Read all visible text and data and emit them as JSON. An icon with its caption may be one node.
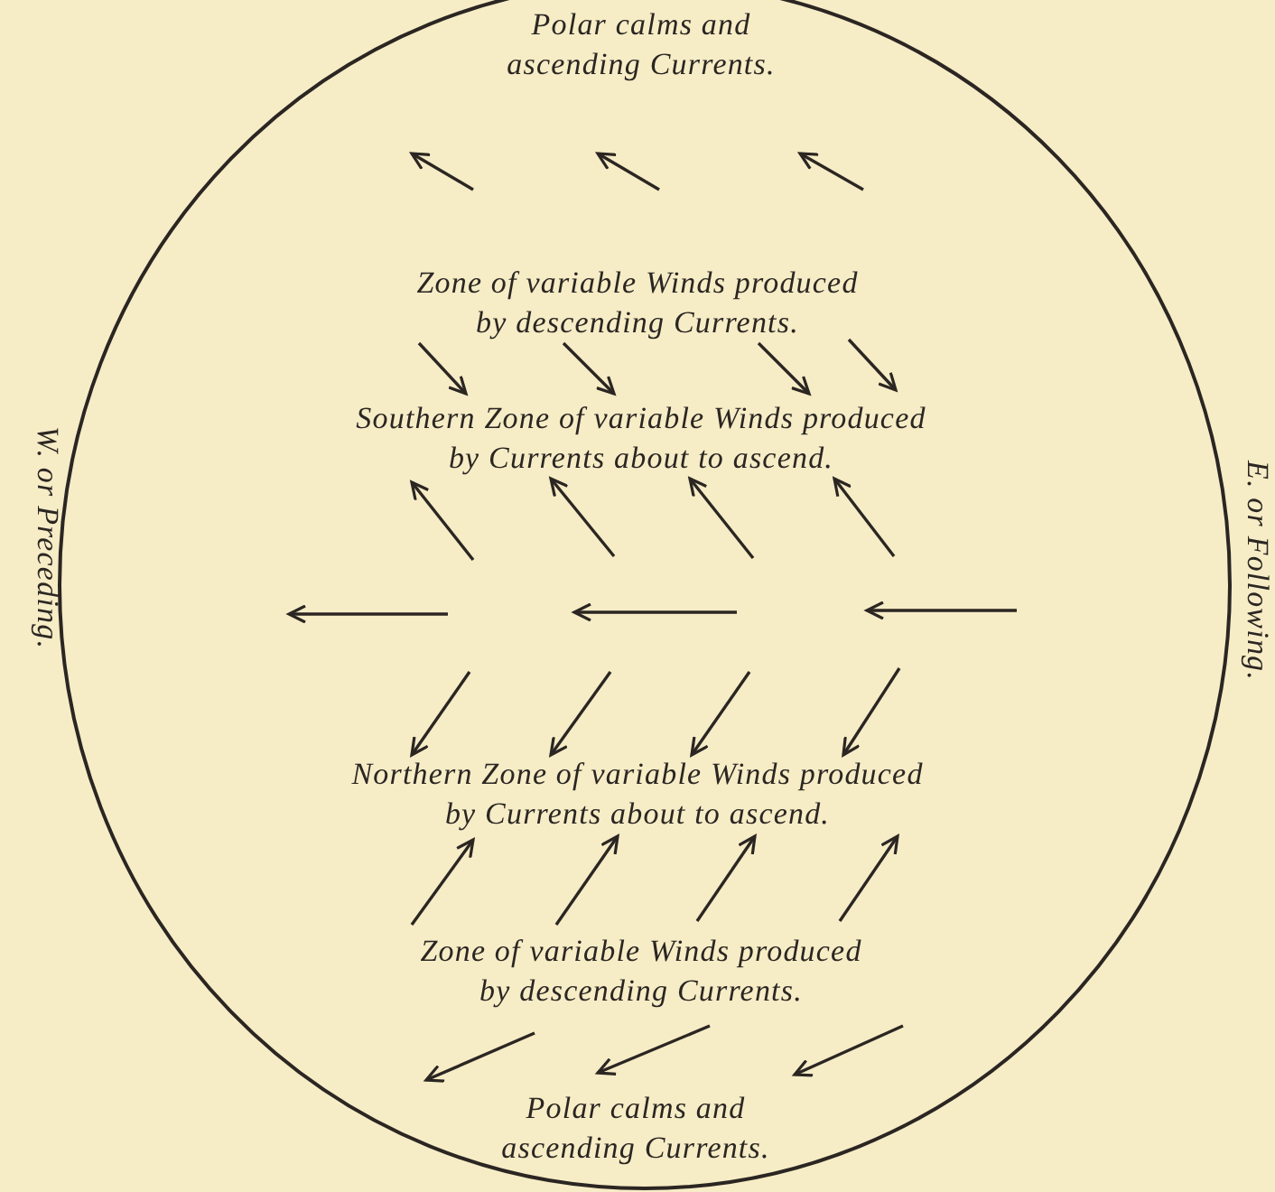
{
  "diagram": {
    "labels": [
      "Polar calms and ascending Currents.",
      "Zone of variable Winds produced by descending Currents.",
      "Southern Zone of variable Winds produced by Currents about to ascend.",
      "W. or Preceding.",
      "E. or Following.",
      "Northern Zone of variable Winds produced by Currents about to ascend.",
      "Zone of variable Winds produced by descending Currents.",
      "Polar calms and ascending Currents."
    ]
  }
}
